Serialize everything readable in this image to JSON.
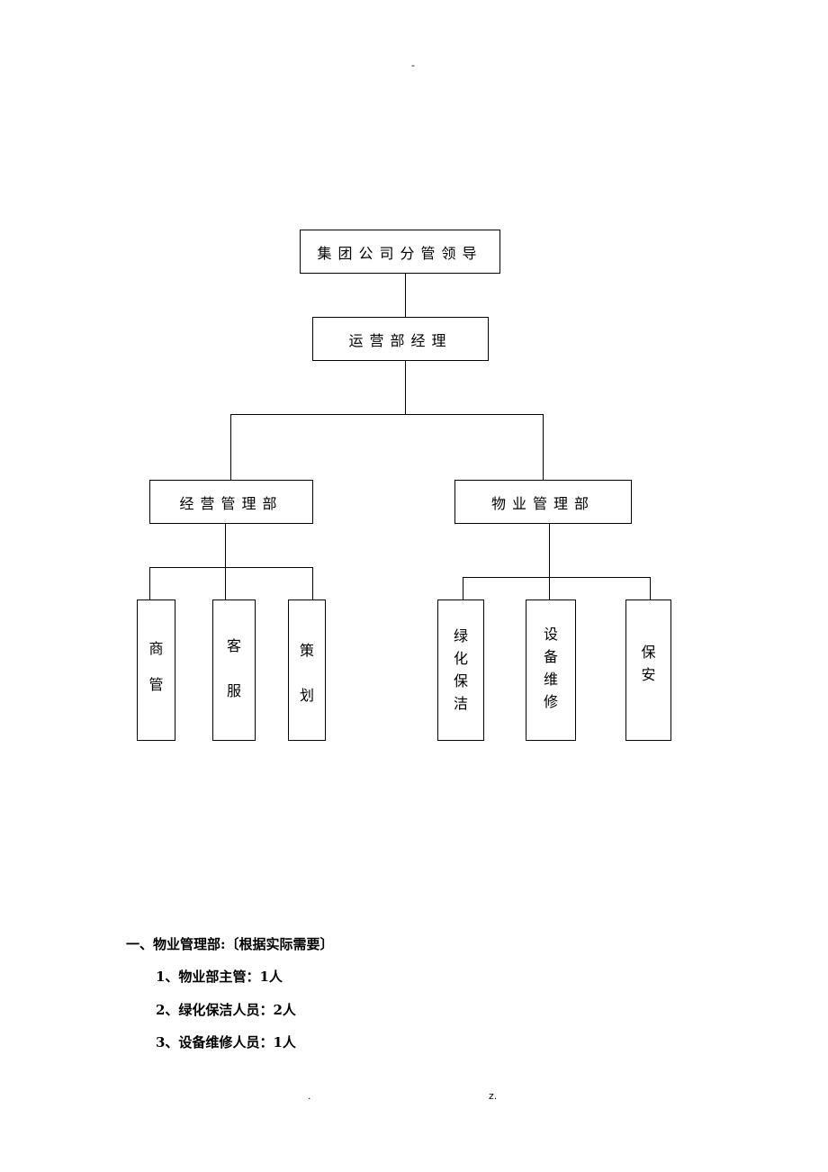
{
  "header_mark": "-",
  "org_chart": {
    "top": "集团公司分管领导",
    "manager": "运营部经理",
    "dept_left": "经营管理部",
    "dept_right": "物业管理部",
    "left_units": [
      {
        "chars": [
          "商",
          "管"
        ]
      },
      {
        "chars": [
          "客",
          "服"
        ]
      },
      {
        "chars": [
          "策",
          "划"
        ]
      }
    ],
    "right_units": [
      {
        "chars": [
          "绿",
          "化",
          "保",
          "洁"
        ]
      },
      {
        "chars": [
          "设",
          "备",
          "维",
          "修"
        ]
      },
      {
        "chars": [
          "保",
          "安"
        ]
      }
    ]
  },
  "section": {
    "heading": "一、物业管理部:〔根据实际需要〕",
    "items": [
      "1、物业部主管：1人",
      "2、绿化保洁人员：2人",
      "3、设备维修人员：1人"
    ]
  },
  "footer": {
    "left_mark": ".",
    "right_mark": "z."
  }
}
